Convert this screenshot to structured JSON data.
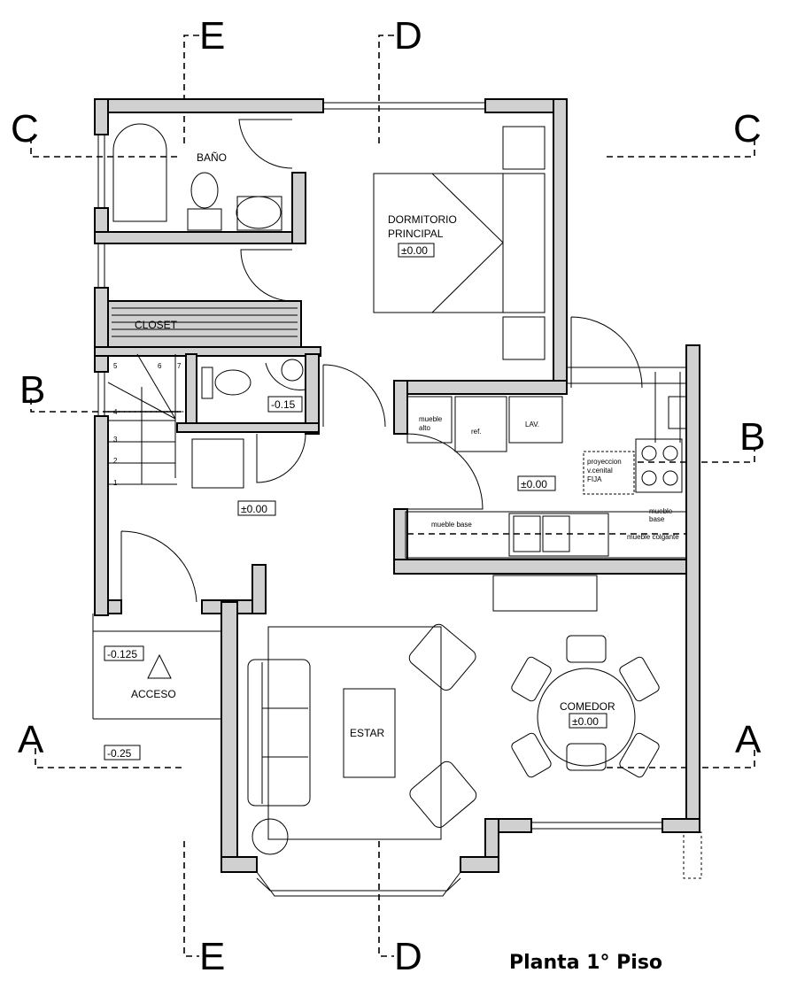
{
  "title": "Planta 1° Piso",
  "section_markers": {
    "A": "A",
    "B": "B",
    "C": "C",
    "D": "D",
    "E": "E"
  },
  "rooms": {
    "bano": "BAÑO",
    "dormitorio_1": "DORMITORIO",
    "dormitorio_2": "PRINCIPAL",
    "closet": "CLOSET",
    "estar": "ESTAR",
    "comedor": "COMEDOR",
    "acceso": "ACCESO"
  },
  "levels": {
    "dormitorio": "±0.00",
    "bano_visita": "-0.15",
    "hall": "±0.00",
    "cocina": "±0.00",
    "comedor": "±0.00",
    "acceso": "-0.125",
    "exterior": "-0.25"
  },
  "kitchen": {
    "mueble_alto_1": "mueble",
    "mueble_alto_2": "alto",
    "ref": "ref.",
    "lav": "LAV.",
    "proyeccion_1": "proyeccion",
    "proyeccion_2": "v.cenital",
    "proyeccion_3": "FIJA",
    "mueble_base": "mueble base",
    "mueble_base_r1": "mueble",
    "mueble_base_r2": "base",
    "mueble_colgante": "mueble colgante"
  },
  "stairs": [
    "1",
    "2",
    "3",
    "4",
    "5",
    "6",
    "7"
  ]
}
